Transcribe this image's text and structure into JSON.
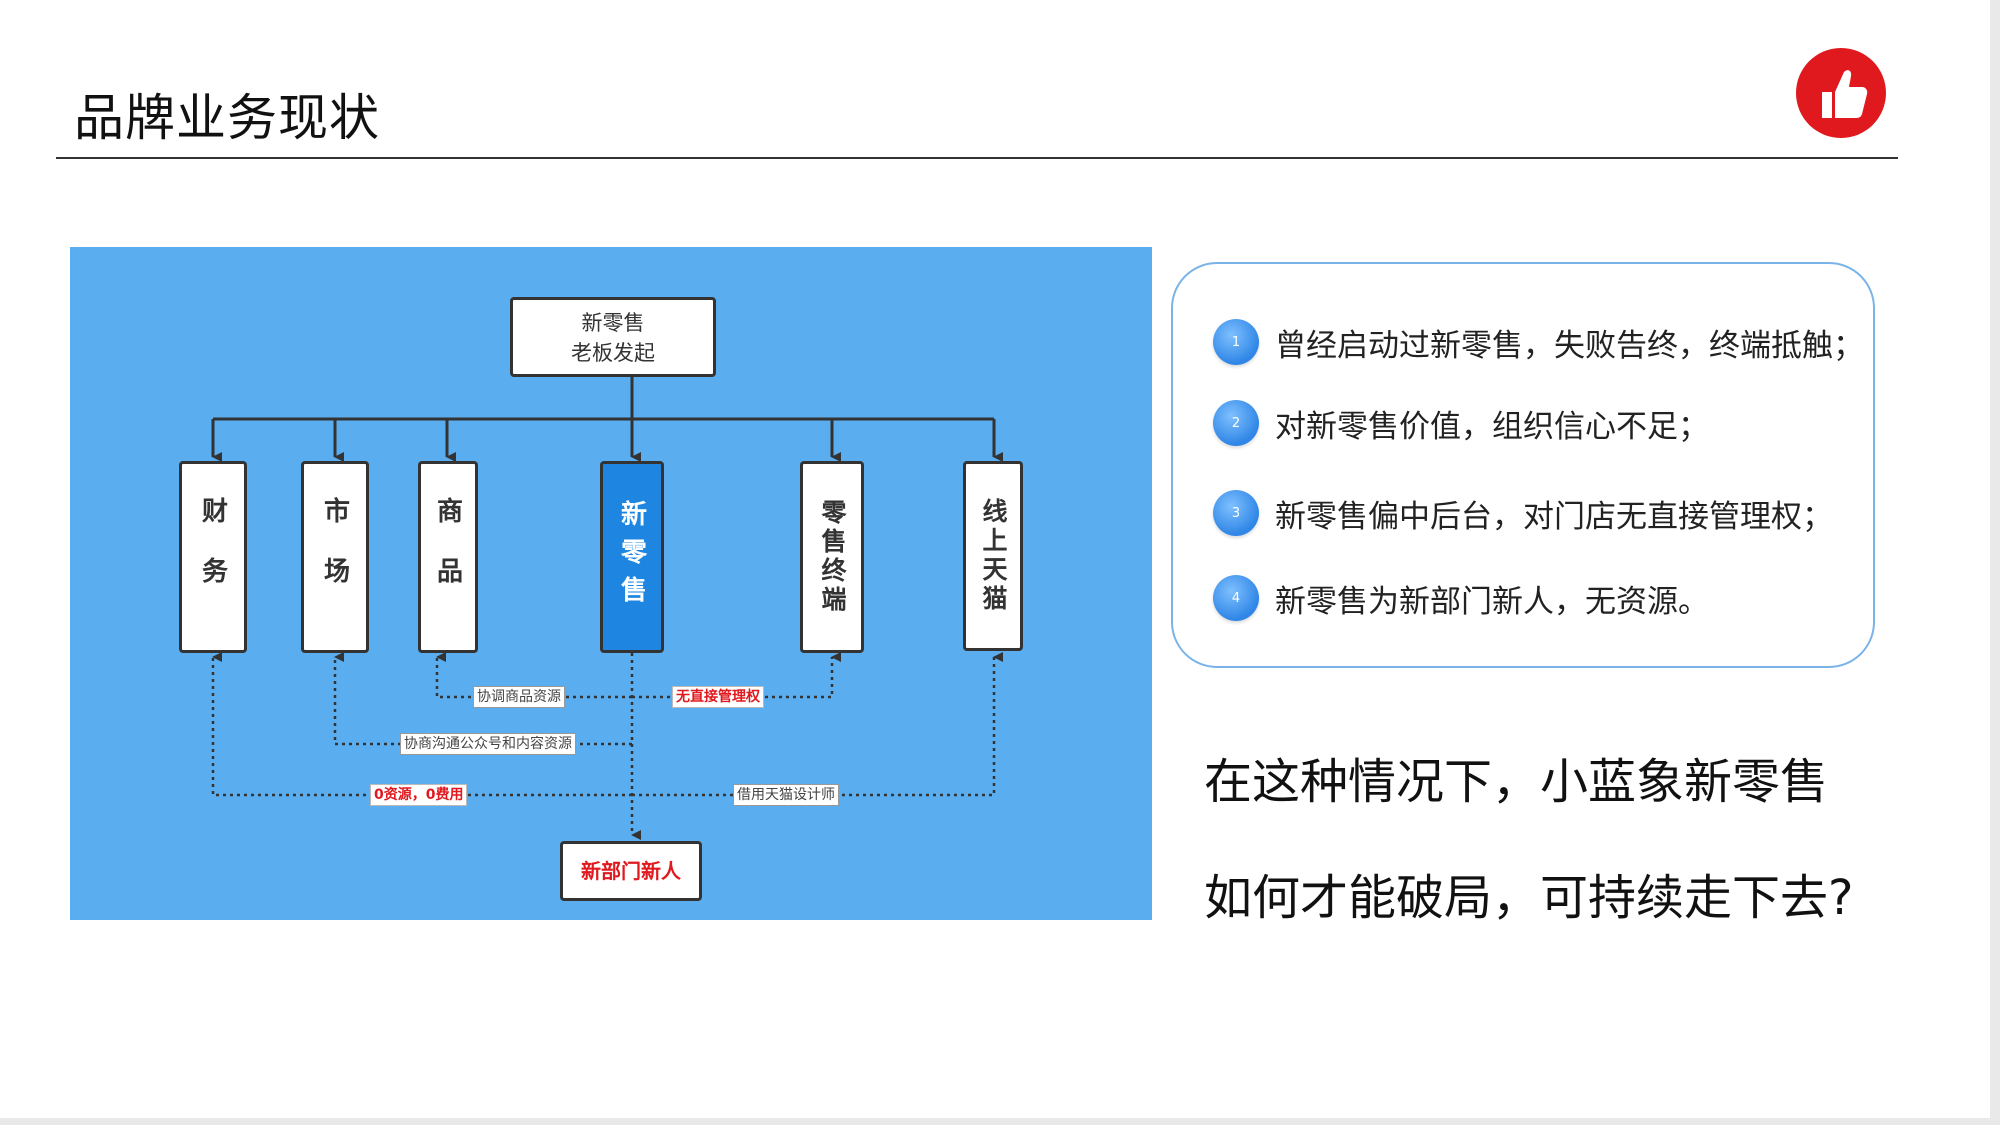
{
  "slide": {
    "title": "品牌业务现状"
  },
  "logo": {
    "icon": "thumbs-up-icon",
    "color": "#e0191e"
  },
  "diagram": {
    "top": {
      "line1": "新零售",
      "line2": "老板发起"
    },
    "columns": [
      {
        "label": "财务"
      },
      {
        "label": "市场"
      },
      {
        "label": "商品"
      },
      {
        "label": "新零售"
      },
      {
        "label": "零售终端"
      },
      {
        "label": "线上天猫"
      }
    ],
    "bottom": {
      "label": "新部门新人"
    },
    "edge_labels": {
      "goods": "协调商品资源",
      "no_direct": "无直接管理权",
      "market": "协商沟通公众号和内容资源",
      "finance": "0资源，0费用",
      "tmall": "借用天猫设计师"
    },
    "colors": {
      "background": "#5aaef0",
      "active": "#1e86e0",
      "alert": "#e0191e"
    }
  },
  "list": {
    "items": [
      {
        "num": "1",
        "text": "曾经启动过新零售，失败告终，终端抵触；"
      },
      {
        "num": "2",
        "text": "对新零售价值，组织信心不足；"
      },
      {
        "num": "3",
        "text": "新零售偏中后台，对门店无直接管理权；"
      },
      {
        "num": "4",
        "text": "新零售为新部门新人，无资源。"
      }
    ]
  },
  "question": {
    "line1": "在这种情况下，小蓝象新零售",
    "line2": "如何才能破局，可持续走下去?"
  }
}
